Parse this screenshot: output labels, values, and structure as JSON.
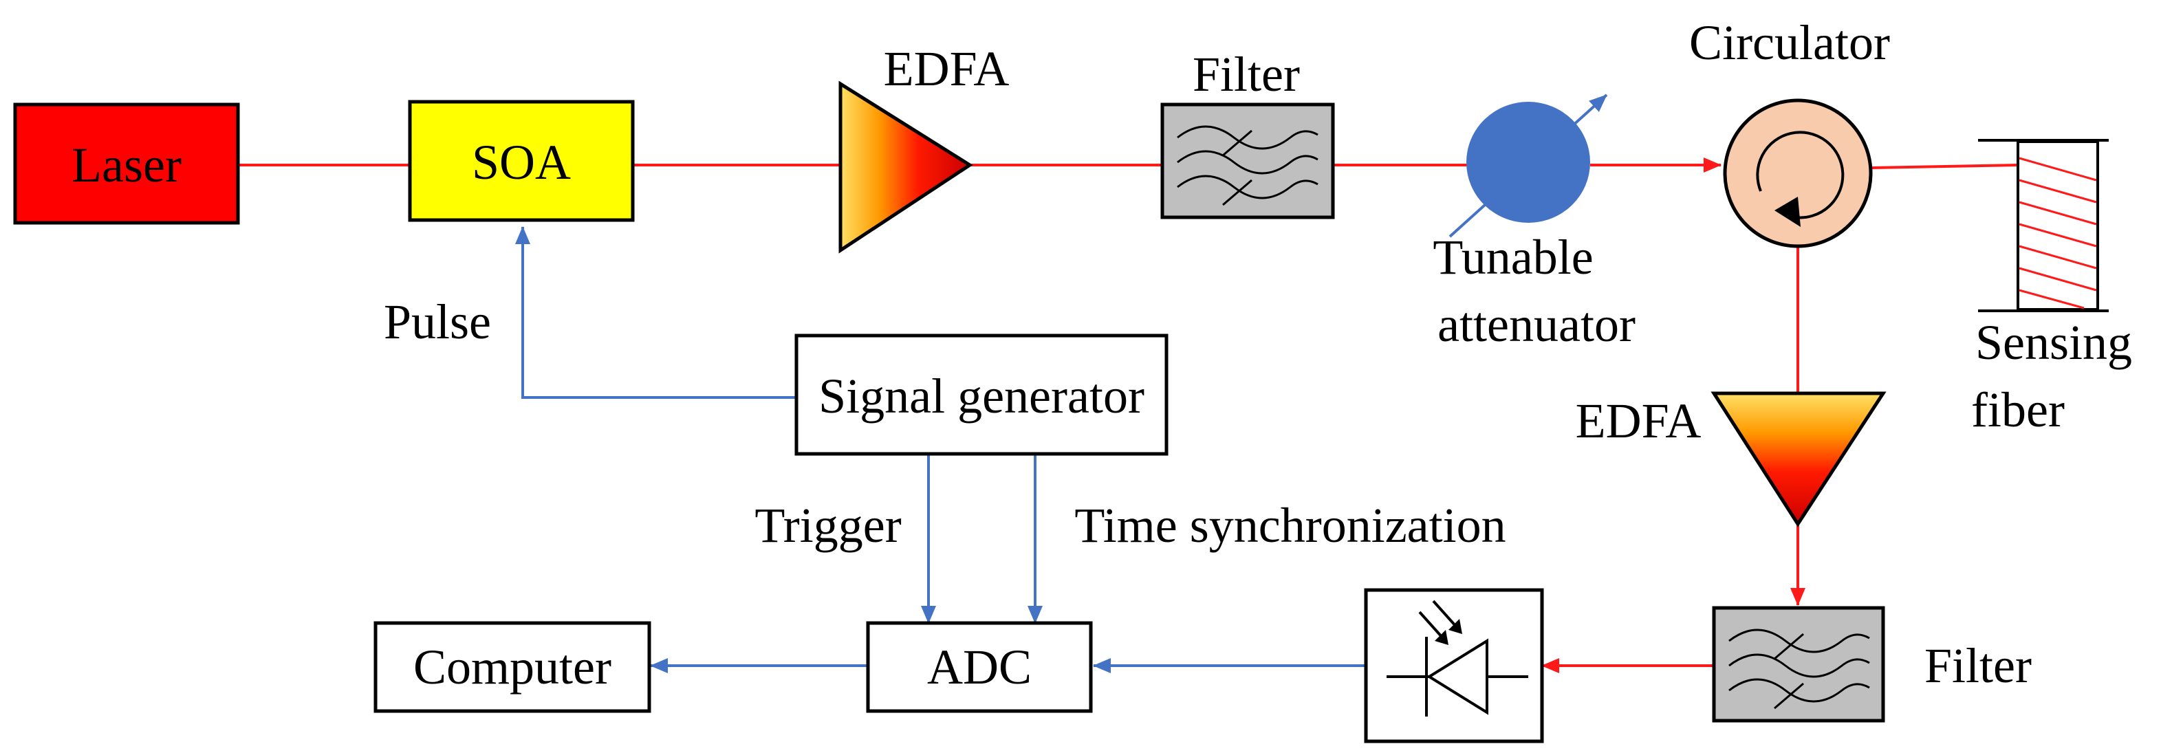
{
  "labels": {
    "laser": "Laser",
    "soa": "SOA",
    "edfa_top": "EDFA",
    "filter_top": "Filter",
    "tunable": "Tunable",
    "attenuator": "attenuator",
    "circulator": "Circulator",
    "sensing": "Sensing",
    "fiber": "fiber",
    "edfa_right": "EDFA",
    "filter_bottom": "Filter",
    "pulse": "Pulse",
    "signal_generator": "Signal generator",
    "trigger": "Trigger",
    "time_sync": "Time synchronization",
    "adc": "ADC",
    "computer": "Computer"
  },
  "colors": {
    "optical_path": "#ff1a1a",
    "electrical_path": "#4472c4",
    "laser_fill": "#ff0000",
    "soa_fill": "#ffff00",
    "filter_fill": "#bfbfbf",
    "attenuator_fill": "#4472c4",
    "circulator_fill": "#f8cbad",
    "edfa_gradient": [
      "#ffe066",
      "#ff9900",
      "#ff1a00",
      "#cc0000"
    ]
  },
  "icons": [
    "edfa-amplifier-icon",
    "filter-wave-icon",
    "attenuator-icon",
    "circulator-icon",
    "sensing-fiber-coil-icon",
    "photodiode-icon"
  ]
}
